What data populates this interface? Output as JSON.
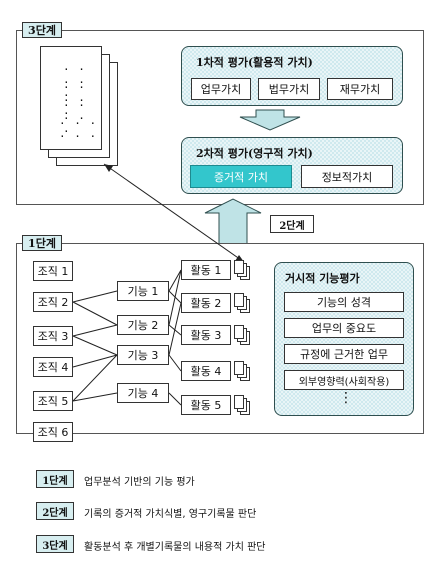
{
  "stage3": {
    "tab_label": "3단계",
    "doc_dots": [
      "· · · · ·",
      "· · · · ·",
      "· · · · ·",
      "· · · · · ·"
    ],
    "eval1": {
      "title": "1차적 평가(활용적 가치)",
      "items": [
        "업무가치",
        "법무가치",
        "재무가치"
      ]
    },
    "eval2": {
      "title": "2차적 평가(영구적 가치)",
      "items": [
        "증거적 가치",
        "정보적가치"
      ]
    }
  },
  "step2_label": "2단계",
  "stage1": {
    "tab_label": "1단계",
    "orgs": [
      "조직 1",
      "조직 2",
      "조직 3",
      "조직 4",
      "조직 5",
      "조직 6"
    ],
    "functions": [
      "기능 1",
      "기능 2",
      "기능 3",
      "기능 4"
    ],
    "activities": [
      "활동 1",
      "활동 2",
      "활동 3",
      "활동 4",
      "활동 5"
    ],
    "macro": {
      "title": "거시적 기능평가",
      "items": [
        "기능의 성격",
        "업무의 중요도",
        "규정에 근거한 업무",
        "외부영향력(사회작용)"
      ],
      "more": "⋮"
    }
  },
  "legend": [
    {
      "tab": "1단계",
      "text": "업무분석 기반의 기능 평가"
    },
    {
      "tab": "2단계",
      "text": "기록의 증거적 가치식별, 영구기록물 판단"
    },
    {
      "tab": "3단계",
      "text": "활동분석 후 개별기록물의 내용적 가치 판단"
    }
  ],
  "colors": {
    "panel_fill": "#cfe9ee",
    "highlight": "#33c6cc",
    "arrow_fill": "#bfe3e6",
    "tab_fill": "#d7eef0"
  }
}
